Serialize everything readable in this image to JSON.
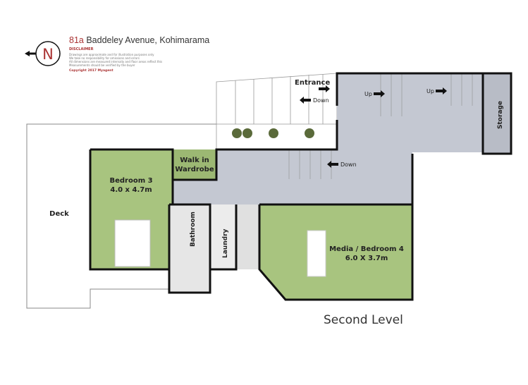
{
  "header": {
    "address_number": "81a",
    "address_rest": " Baddeley Avenue, Kohimarama",
    "disclaimer_title": "DISCLAIMER",
    "disclaimer_lines": [
      "Drawings are approximate and for illustration purposes only",
      "We take no responsibility for omissions and errors",
      "All dimensions are measured internally and floor areas reflect this",
      "Measurements should be verified by the buyer"
    ],
    "copyright": "Copyright 2017   Myagent"
  },
  "compass": {
    "letter": "N",
    "icon": "north-arrow-icon"
  },
  "rooms": {
    "entrance": "Entrance",
    "down1": "Down",
    "up1": "Up",
    "up2": "Up",
    "storage": "Storage",
    "walkin1": "Walk in",
    "walkin2": "Wardrobe",
    "down2": "Down",
    "bed3_name": "Bedroom 3",
    "bed3_size": "4.0 x 4.7m",
    "deck": "Deck",
    "bathroom": "Bathroom",
    "laundry": "Laundry",
    "media_name": "Media / Bedroom 4",
    "media_size": "6.0 X 3.7m"
  },
  "level": "Second Level",
  "colors": {
    "green": "#a8c47f",
    "gray": "#c4c8d2",
    "wall": "#111111"
  }
}
